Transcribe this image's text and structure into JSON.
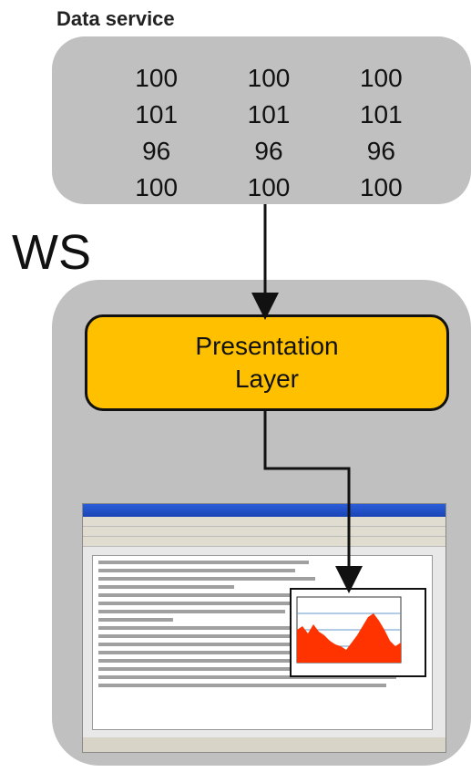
{
  "title": "Data service",
  "data_rows": [
    [
      "100",
      "100",
      "100"
    ],
    [
      "101",
      "101",
      "101"
    ],
    [
      "96",
      "96",
      "96"
    ],
    [
      "100",
      "100",
      "100"
    ]
  ],
  "ws_label": "WS",
  "presentation": {
    "line1": "Presentation",
    "line2": "Layer"
  },
  "colors": {
    "gray_box": "#c0c0c0",
    "presentation_fill": "#ffc000",
    "chart_fill": "#ff3300"
  }
}
